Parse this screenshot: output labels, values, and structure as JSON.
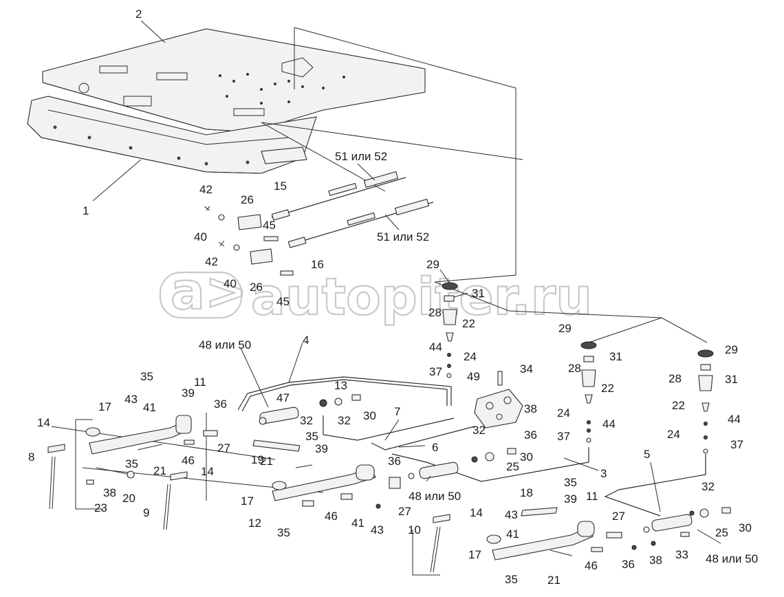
{
  "watermark": "autopiter.ru",
  "callouts": {
    "c1": "1",
    "c2": "2",
    "c3": "3",
    "c4": "4",
    "c5": "5",
    "c6": "6",
    "c7": "7",
    "c8": "8",
    "c9": "9",
    "c10": "10",
    "c11a": "11",
    "c11b": "11",
    "c12": "12",
    "c13": "13",
    "c14a": "14",
    "c14b": "14",
    "c14c": "14",
    "c15": "15",
    "c16": "16",
    "c17a": "17",
    "c17b": "17",
    "c17c": "17",
    "c18": "18",
    "c19": "19",
    "c20": "20",
    "c21a": "21",
    "c21b": "21",
    "c21c": "21",
    "c22a": "22",
    "c22b": "22",
    "c22c": "22",
    "c23": "23",
    "c24a": "24",
    "c24b": "24",
    "c24c": "24",
    "c25a": "25",
    "c25b": "25",
    "c26a": "26",
    "c26b": "26",
    "c27a": "27",
    "c27b": "27",
    "c27c": "27",
    "c28a": "28",
    "c28b": "28",
    "c28c": "28",
    "c29a": "29",
    "c29b": "29",
    "c29c": "29",
    "c30a": "30",
    "c30b": "30",
    "c30c": "30",
    "c31a": "31",
    "c31b": "31",
    "c31c": "31",
    "c32a": "32",
    "c32b": "32",
    "c32c": "32",
    "c32d": "32",
    "c33": "33",
    "c34": "34",
    "c35a": "35",
    "c35b": "35",
    "c35c": "35",
    "c35d": "35",
    "c35e": "35",
    "c35f": "35",
    "c36a": "36",
    "c36b": "36",
    "c36c": "36",
    "c36d": "36",
    "c37a": "37",
    "c37b": "37",
    "c37c": "37",
    "c38a": "38",
    "c38b": "38",
    "c38c": "38",
    "c39a": "39",
    "c39b": "39",
    "c39c": "39",
    "c40a": "40",
    "c40b": "40",
    "c41a": "41",
    "c41b": "41",
    "c41c": "41",
    "c42a": "42",
    "c42b": "42",
    "c43a": "43",
    "c43b": "43",
    "c43c": "43",
    "c44a": "44",
    "c44b": "44",
    "c44c": "44",
    "c45a": "45",
    "c45b": "45",
    "c46a": "46",
    "c46b": "46",
    "c46c": "46",
    "c47": "47",
    "c48a": "48 или 50",
    "c48b": "48 или 50",
    "c48c": "48 или 50",
    "c49": "49",
    "c51a": "51 или 52",
    "c51b": "51 или 52"
  }
}
